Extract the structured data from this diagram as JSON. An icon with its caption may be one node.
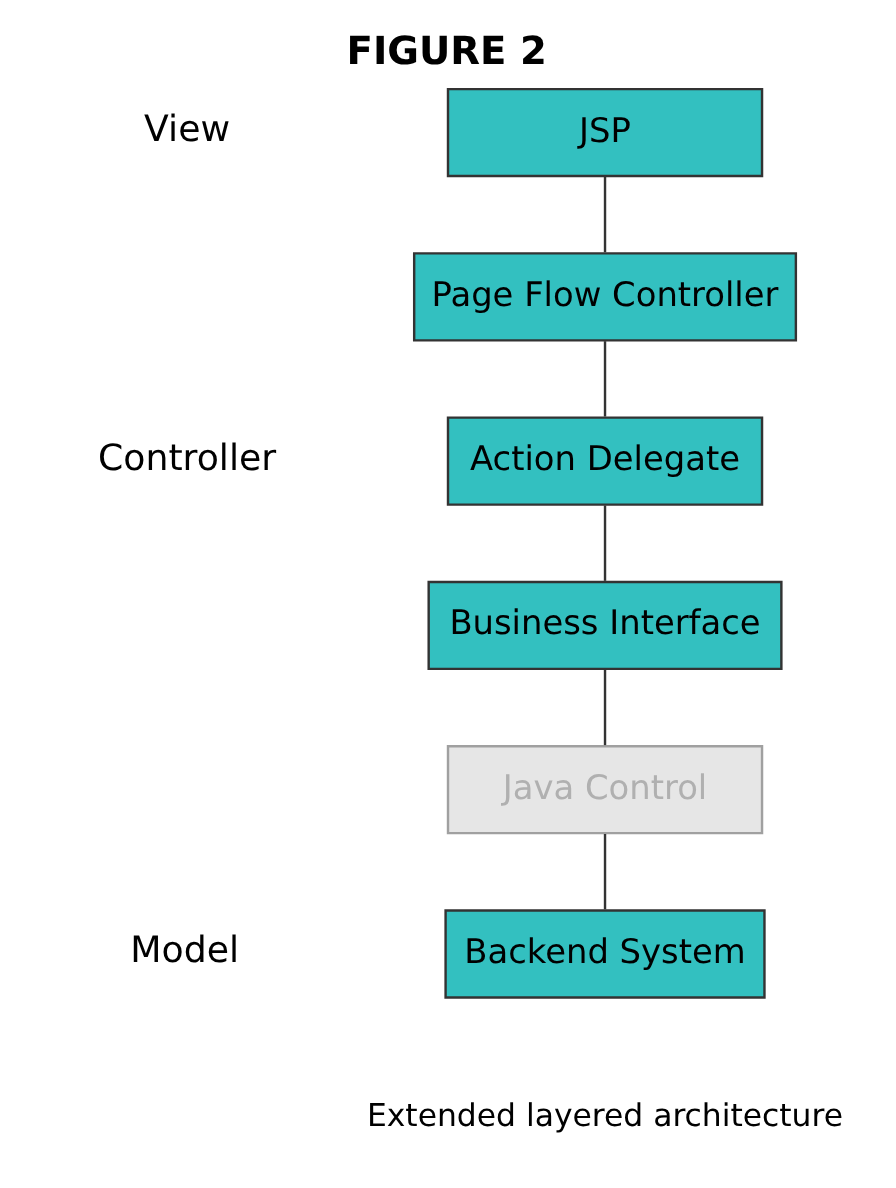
{
  "diagram": {
    "title": "FIGURE 2",
    "caption": "Extended layered architecture",
    "nodes": [
      {
        "text": [
          "JSP"
        ]
      },
      {
        "text": [
          "Page Flow Controller"
        ]
      },
      {
        "text": [
          "Action Delegate"
        ]
      },
      {
        "text": [
          "Business Interface"
        ]
      },
      {
        "text": [
          "Java Control"
        ]
      },
      {
        "text": [
          "Backend System"
        ]
      }
    ],
    "edges": [
      {
        "from": 0,
        "to": 1,
        "arrow": "none"
      },
      {
        "from": 1,
        "to": 2,
        "arrow": "none"
      },
      {
        "from": 2,
        "to": 3,
        "arrow": "none"
      },
      {
        "from": 3,
        "to": 4,
        "arrow": "none"
      },
      {
        "from": 4,
        "to": 5,
        "arrow": "none"
      }
    ],
    "labels": [
      "View",
      "Controller",
      "Model"
    ]
  }
}
